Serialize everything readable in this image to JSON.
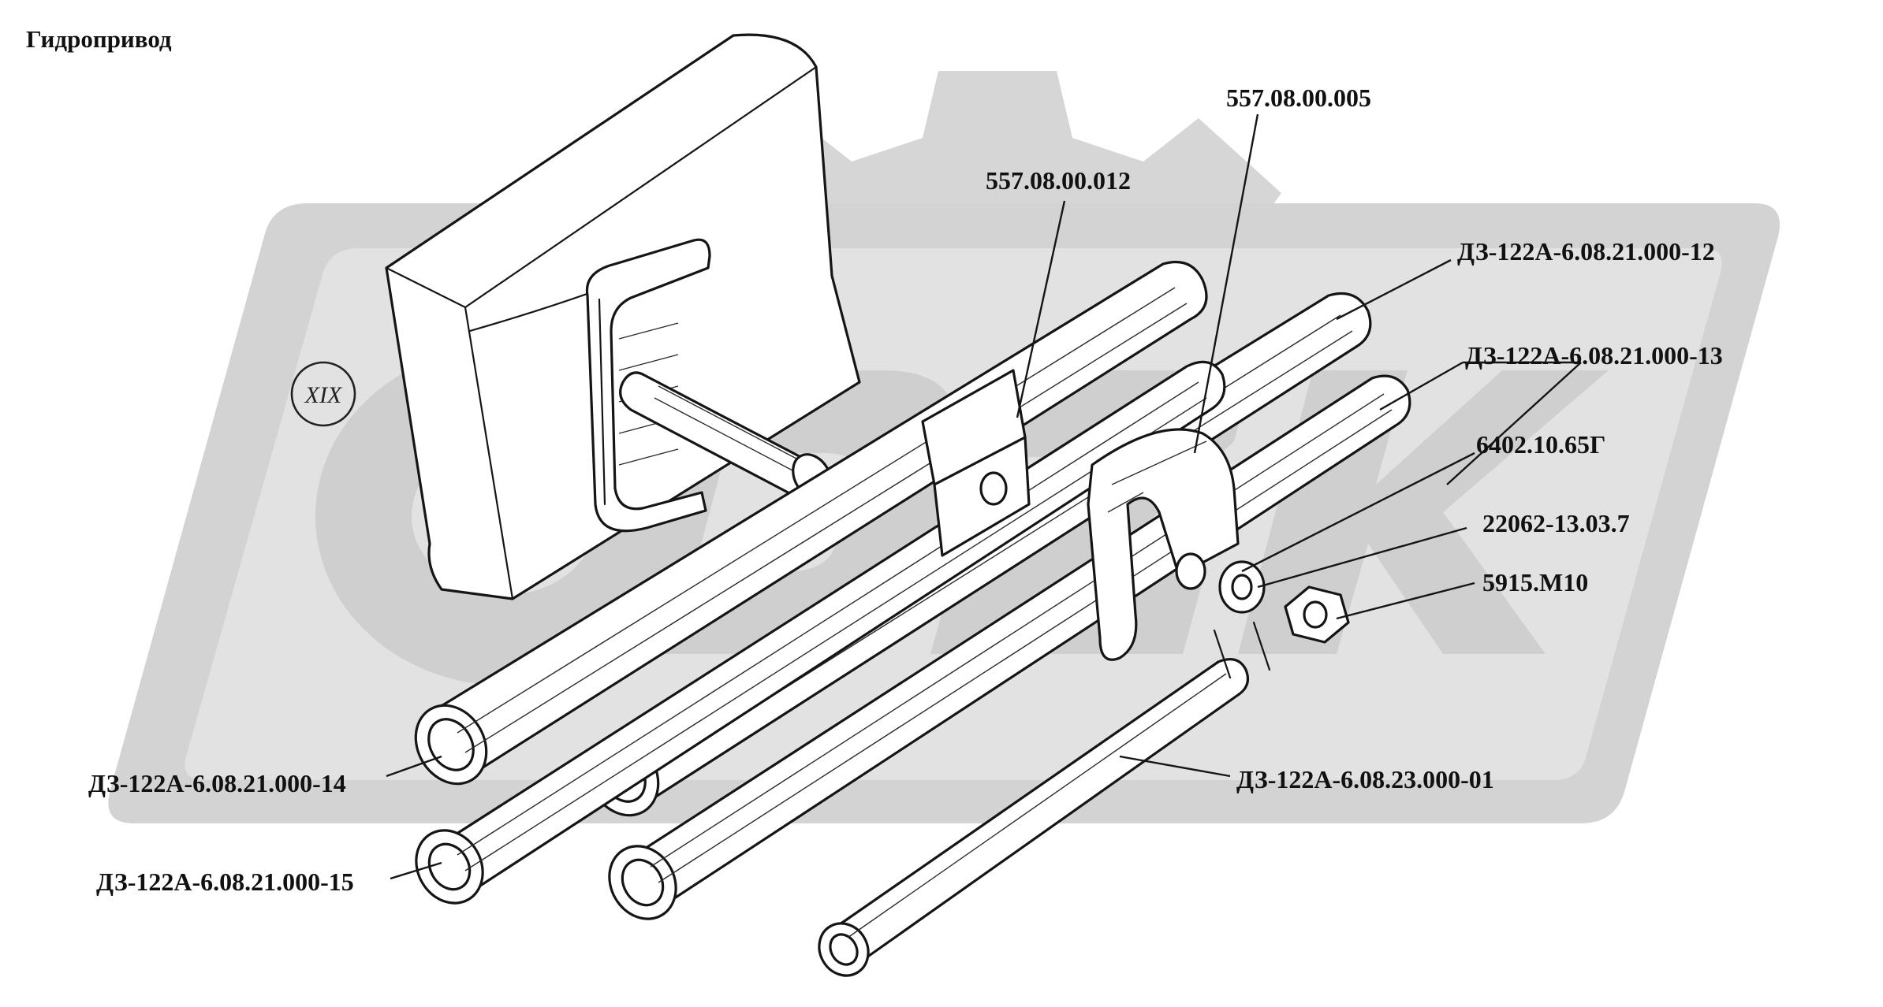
{
  "title": "Гидропривод",
  "view_marker": "XIX",
  "labels": {
    "bracket": "557.08.00.012",
    "clamp": "557.08.00.005",
    "pipe_12": "ДЗ-122А-6.08.21.000-12",
    "pipe_13": "ДЗ-122А-6.08.21.000-13",
    "bolt": "6402.10.65Г",
    "washer": "22062-13.03.7",
    "nut": "5915.М10",
    "pipe_14": "ДЗ-122А-6.08.21.000-14",
    "pipe_15": "ДЗ-122А-6.08.21.000-15",
    "pipe_23": "ДЗ-122А-6.08.23.000-01"
  },
  "colors": {
    "watermark": "#d3d3d3",
    "watermark_inner": "#dedede",
    "ink": "#151515",
    "paper": "#ffffff"
  }
}
